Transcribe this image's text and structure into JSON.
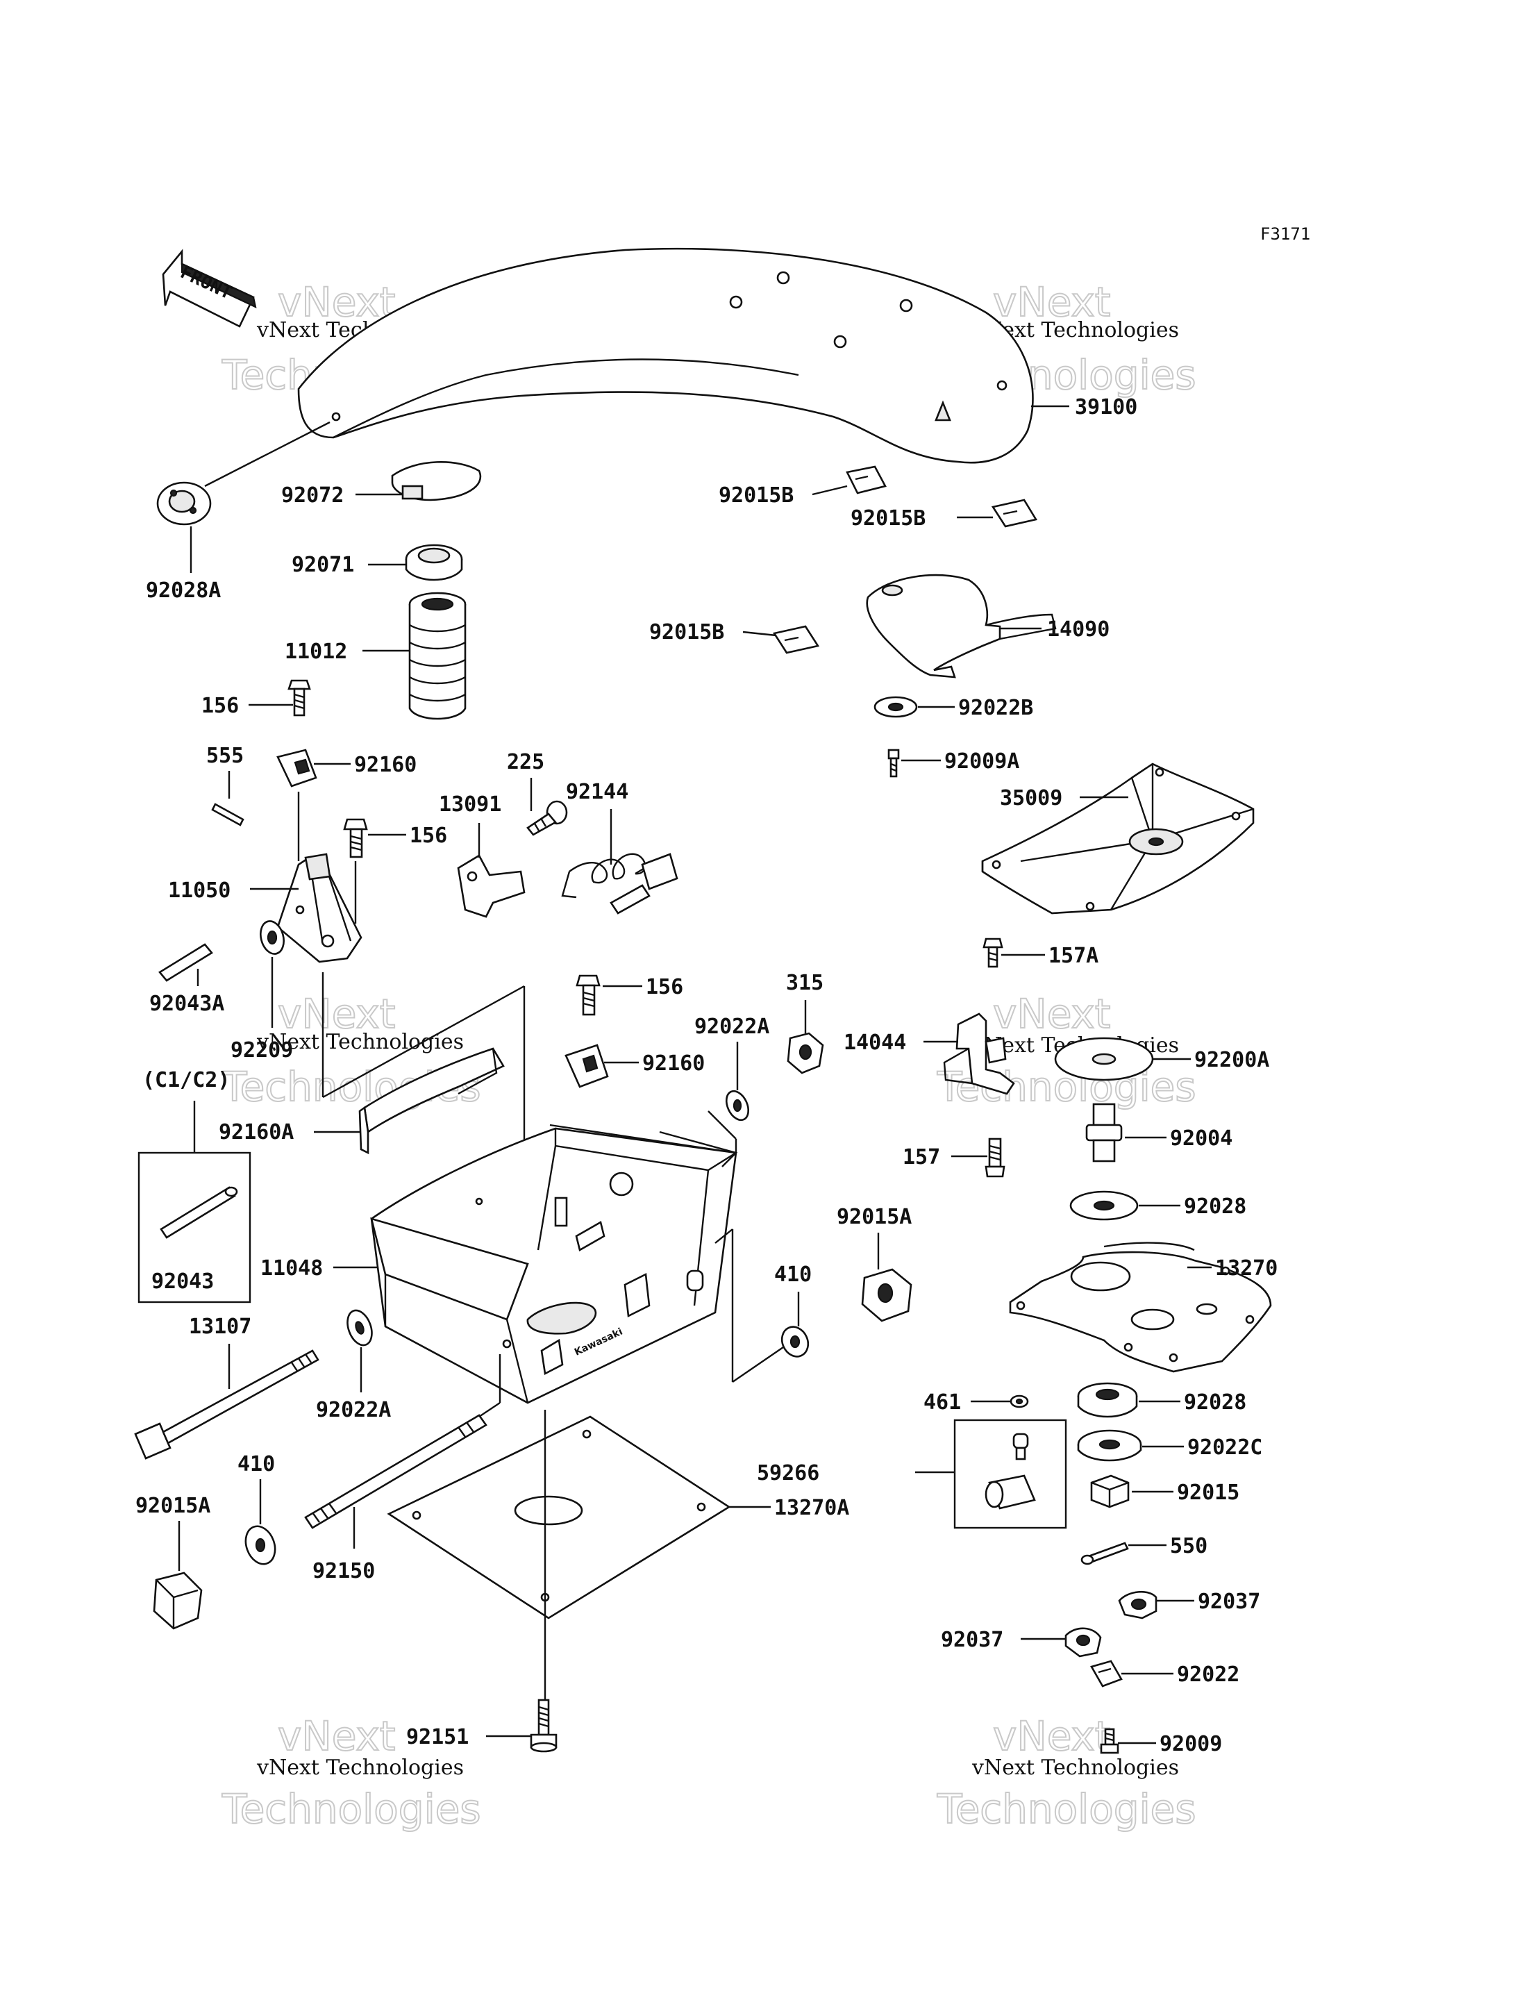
{
  "figure_code": "F3171",
  "front_label": "FRONT",
  "watermark_line1": "vNext Technologies",
  "watermark_line2": "Technologies",
  "watermark_line3": "vNext",
  "labels": {
    "p39100": "39100",
    "p92072": "92072",
    "p92071": "92071",
    "p92028A": "92028A",
    "p11012": "11012",
    "p156a": "156",
    "p555": "555",
    "p92160a": "92160",
    "p225": "225",
    "p13091": "13091",
    "p92144": "92144",
    "p156b": "156",
    "p11050": "11050",
    "p92043A": "92043A",
    "p92209": "92209",
    "p156c": "156",
    "p92160b": "92160",
    "pC1C2": "(C1/C2)",
    "p92160A": "92160A",
    "p92043": "92043",
    "p11048": "11048",
    "p13107": "13107",
    "p92022Aa": "92022A",
    "p92022Ab": "92022A",
    "p315": "315",
    "p410a": "410",
    "p410b": "410",
    "p92015Aa": "92015A",
    "p92015Ab": "92015A",
    "p92150": "92150",
    "p13270A": "13270A",
    "p92151": "92151",
    "p92015Ba": "92015B",
    "p92015Bb": "92015B",
    "p92015Bc": "92015B",
    "p14090": "14090",
    "p92022B": "92022B",
    "p92009A": "92009A",
    "p35009": "35009",
    "p157A": "157A",
    "p14044": "14044",
    "p92200A": "92200A",
    "p92004": "92004",
    "p157": "157",
    "p92028a": "92028",
    "p13270": "13270",
    "p92028b": "92028",
    "p461": "461",
    "p92022C": "92022C",
    "p59266": "59266",
    "p92015": "92015",
    "p550": "550",
    "p92037a": "92037",
    "p92037b": "92037",
    "p92022": "92022",
    "p92009": "92009"
  }
}
